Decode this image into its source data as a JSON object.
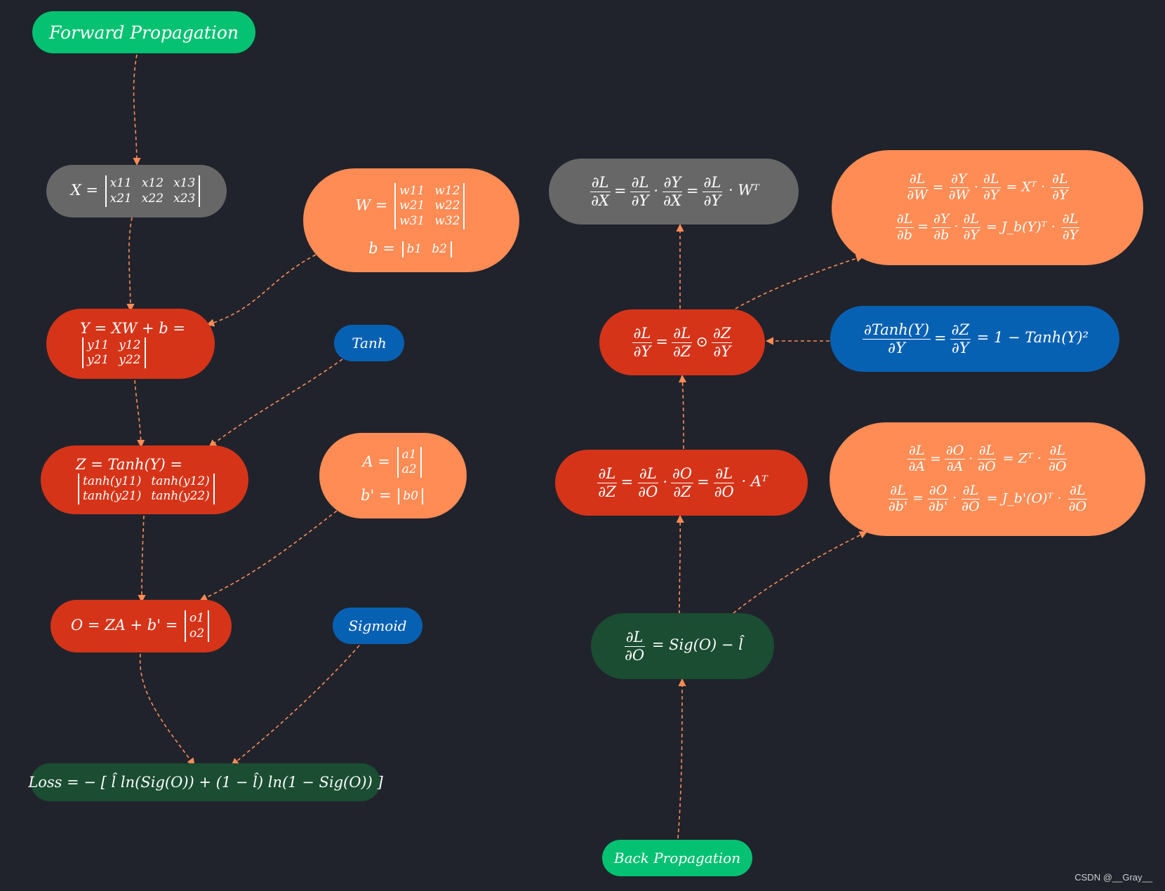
{
  "forward": {
    "title": "Forward Propagation",
    "x_node": {
      "lhs": "X =",
      "matrix": [
        "x11",
        "x12",
        "x13",
        "x21",
        "x22",
        "x23"
      ]
    },
    "wb_node": {
      "w_lhs": "W =",
      "w_matrix": [
        "w11",
        "w12",
        "w21",
        "w22",
        "w31",
        "w32"
      ],
      "b_lhs": "b =",
      "b_matrix": [
        "b1",
        "b2"
      ]
    },
    "y_node": {
      "lhs": "Y = XW + b =",
      "matrix": [
        "y11",
        "y12",
        "y21",
        "y22"
      ]
    },
    "tanh_label": "Tanh",
    "z_node": {
      "lhs": "Z = Tanh(Y) =",
      "matrix": [
        "tanh(y11)",
        "tanh(y12)",
        "tanh(y21)",
        "tanh(y22)"
      ]
    },
    "ab_node": {
      "a_lhs": "A =",
      "a_matrix": [
        "a1",
        "a2"
      ],
      "b_lhs": "b' =",
      "b_matrix": [
        "b0"
      ]
    },
    "o_node": {
      "lhs": "O = ZA + b' =",
      "matrix": [
        "o1",
        "o2"
      ]
    },
    "sigmoid_label": "Sigmoid",
    "loss": "Loss = − [ l̂ ln(Sig(O)) + (1 − l̂) ln(1 − Sig(O)) ]"
  },
  "backward": {
    "title": "Back Propagation",
    "dldx": {
      "f1n": "∂L",
      "f1d": "∂X",
      "f2n": "∂L",
      "f2d": "∂Y",
      "f3n": "∂Y",
      "f3d": "∂X",
      "f4n": "∂L",
      "f4d": "∂Y",
      "tail": "· Wᵀ"
    },
    "dw_db": {
      "w_line": {
        "f1n": "∂L",
        "f1d": "∂W",
        "f2n": "∂Y",
        "f2d": "∂W",
        "f3n": "∂L",
        "f3d": "∂Y",
        "mid": "= Xᵀ ·",
        "f4n": "∂L",
        "f4d": "∂Y"
      },
      "b_line": {
        "f1n": "∂L",
        "f1d": "∂b",
        "f2n": "∂Y",
        "f2d": "∂b",
        "f3n": "∂L",
        "f3d": "∂Y",
        "mid": "= J_b(Y)ᵀ ·",
        "f4n": "∂L",
        "f4d": "∂Y"
      }
    },
    "dldy": {
      "f1n": "∂L",
      "f1d": "∂Y",
      "f2n": "∂L",
      "f2d": "∂Z",
      "f3n": "∂Z",
      "f3d": "∂Y"
    },
    "dtanh": {
      "f1n": "∂Tanh(Y)",
      "f1d": "∂Y",
      "f2n": "∂Z",
      "f2d": "∂Y",
      "tail": "= 1 − Tanh(Y)²"
    },
    "dldz": {
      "f1n": "∂L",
      "f1d": "∂Z",
      "f2n": "∂L",
      "f2d": "∂O",
      "f3n": "∂O",
      "f3d": "∂Z",
      "f4n": "∂L",
      "f4d": "∂O",
      "tail": "· Aᵀ"
    },
    "da_db": {
      "a_line": {
        "f1n": "∂L",
        "f1d": "∂A",
        "f2n": "∂O",
        "f2d": "∂A",
        "f3n": "∂L",
        "f3d": "∂O",
        "mid": "= Zᵀ ·",
        "f4n": "∂L",
        "f4d": "∂O"
      },
      "b_line": {
        "f1n": "∂L",
        "f1d": "∂b'",
        "f2n": "∂O",
        "f2d": "∂b'",
        "f3n": "∂L",
        "f3d": "∂O",
        "mid": "= J_b'(O)ᵀ ·",
        "f4n": "∂L",
        "f4d": "∂O"
      }
    },
    "dldo": {
      "f1n": "∂L",
      "f1d": "∂O",
      "tail": "= Sig(O) − l̂"
    }
  },
  "watermark": "CSDN @__Gray__",
  "colors": {
    "background": "#20232c",
    "start_green": "#05c172",
    "gray": "#676767",
    "orange": "#ff8c55",
    "red": "#d53419",
    "blue": "#0761b3",
    "dark_green": "#1a4d32",
    "edge": "#ff8c55"
  }
}
